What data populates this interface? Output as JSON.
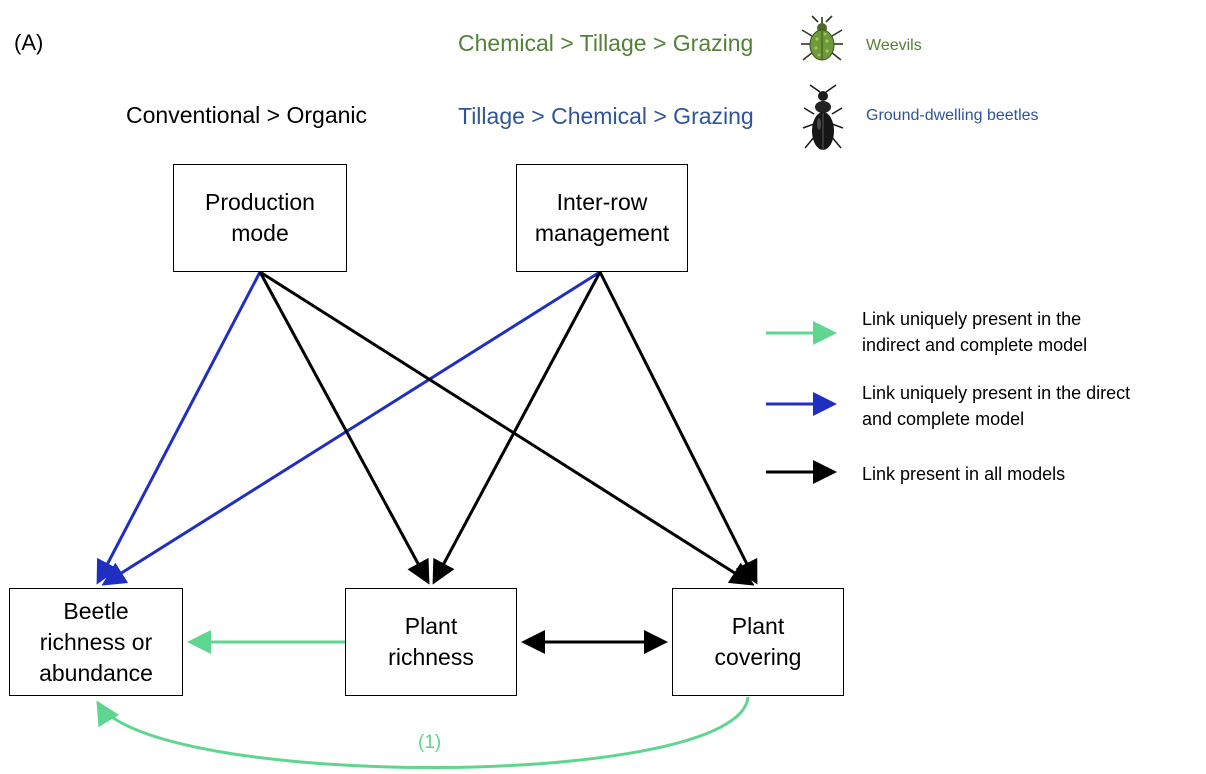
{
  "panel_label": "(A)",
  "rankings": {
    "weevils_order": "Chemical > Tillage > Grazing",
    "ground_beetles_order": "Tillage > Chemical > Grazing",
    "production_order": "Conventional > Organic"
  },
  "taxa": {
    "weevils": "Weevils",
    "ground_beetles": "Ground-dwelling beetles"
  },
  "nodes": {
    "production": "Production\nmode",
    "interrow": "Inter-row\nmanagement",
    "beetle": "Beetle\nrichness or\nabundance",
    "richness": "Plant\nrichness",
    "covering": "Plant\ncovering"
  },
  "legend": {
    "green": "Link uniquely present in the\nindirect and complete model",
    "blue": "Link uniquely present in the direct\nand complete model",
    "black": "Link present in all models"
  },
  "link_annotation": "(1)",
  "colors": {
    "green": "#5fd68f",
    "blue": "#1f2fbf",
    "black": "#000000",
    "weevil_text": "#538135",
    "ground_beetle_text": "#2f5597"
  },
  "icons": [
    "weevil-icon",
    "ground-beetle-icon"
  ]
}
